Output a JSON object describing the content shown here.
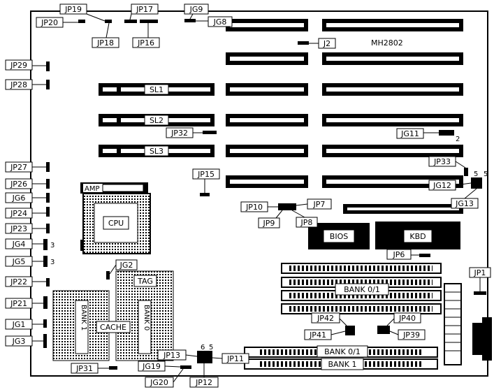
{
  "model": "MH2802",
  "slots": [
    "SL1",
    "SL2",
    "SL3"
  ],
  "chips": {
    "cpu": "CPU",
    "amp": "AMP",
    "bios": "BIOS",
    "kbd": "KBD",
    "tag": "TAG",
    "cache": "CACHE",
    "bank1": "BANK 1",
    "bank0": "BANK 0"
  },
  "memory": {
    "simm_bank": "BANK 0/1",
    "dimm_bank01": "BANK 0/1",
    "dimm_bank1": "BANK 1"
  },
  "pin_numbers": {
    "n3a": "3",
    "n3b": "3",
    "n2": "2",
    "n5a": "5",
    "n5b": "5",
    "n6": "6",
    "n5c": "5"
  },
  "jumpers": {
    "jp19": "JP19",
    "jp17": "JP17",
    "jg9": "JG9",
    "jp20": "JP20",
    "jg8": "JG8",
    "jp18": "JP18",
    "jp16": "JP16",
    "j2": "J2",
    "jp29": "JP29",
    "jp28": "JP28",
    "jp32": "JP32",
    "jg11": "JG11",
    "jp33": "JP33",
    "jg12": "JG12",
    "jg13": "JG13",
    "jp27": "JP27",
    "jp26": "JP26",
    "jg6": "JG6",
    "jp24": "JP24",
    "jp23": "JP23",
    "jg4": "JG4",
    "jg5": "JG5",
    "jp15": "JP15",
    "jp10": "JP10",
    "jp7": "JP7",
    "jp9": "JP9",
    "jp8": "JP8",
    "jp6": "JP6",
    "jg2": "JG2",
    "jp22": "JP22",
    "jp21": "JP21",
    "jg1": "JG1",
    "jg3": "JG3",
    "jp1": "JP1",
    "jp42": "JP42",
    "jp40": "JP40",
    "jp41": "JP41",
    "jp39": "JP39",
    "jp13": "JP13",
    "jp11": "JP11",
    "jg19": "JG19",
    "jg20": "JG20",
    "jp12": "JP12",
    "jp31": "JP31"
  }
}
